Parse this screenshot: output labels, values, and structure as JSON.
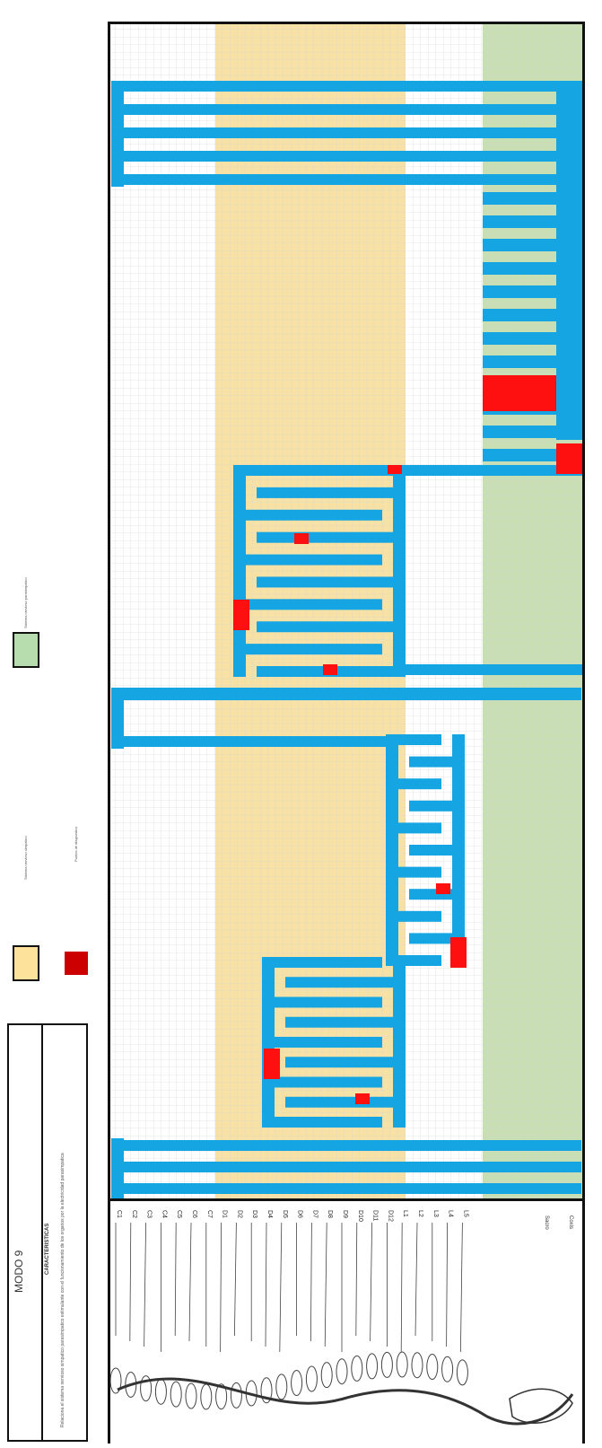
{
  "legend": {
    "title": "MODO 9",
    "caracteristicas_heading": "CARACTERISTICAS",
    "description": "Relaciona el sistema nervioso simpatico parasimpatico estimulante con el funcionamiento de los organos por la electricidad parasimpatica",
    "items": [
      {
        "color": "#fde29b",
        "label": "Sistema nervioso simpatico"
      },
      {
        "color": "#b7dcae",
        "label": "Sistema nervioso parasimpatico"
      },
      {
        "color": "#cc0000",
        "label": "Puntos de diagnostico"
      }
    ]
  },
  "spine_labels": [
    "C1",
    "C2",
    "C3",
    "C4",
    "C5",
    "C6",
    "C7",
    "D1",
    "D2",
    "D3",
    "D4",
    "D5",
    "D6",
    "D7",
    "D8",
    "D9",
    "D10",
    "D11",
    "D12",
    "L1",
    "L2",
    "L3",
    "L4",
    "L5"
  ],
  "sacro_label": "Sacro",
  "coxis_label": "Coxis",
  "colors": {
    "blue": "#15a5e2",
    "red": "#ff1010",
    "sand": "#f8e1a4",
    "green": "#c8dfb4",
    "grid": "#cfcfcf",
    "border": "#111111"
  }
}
